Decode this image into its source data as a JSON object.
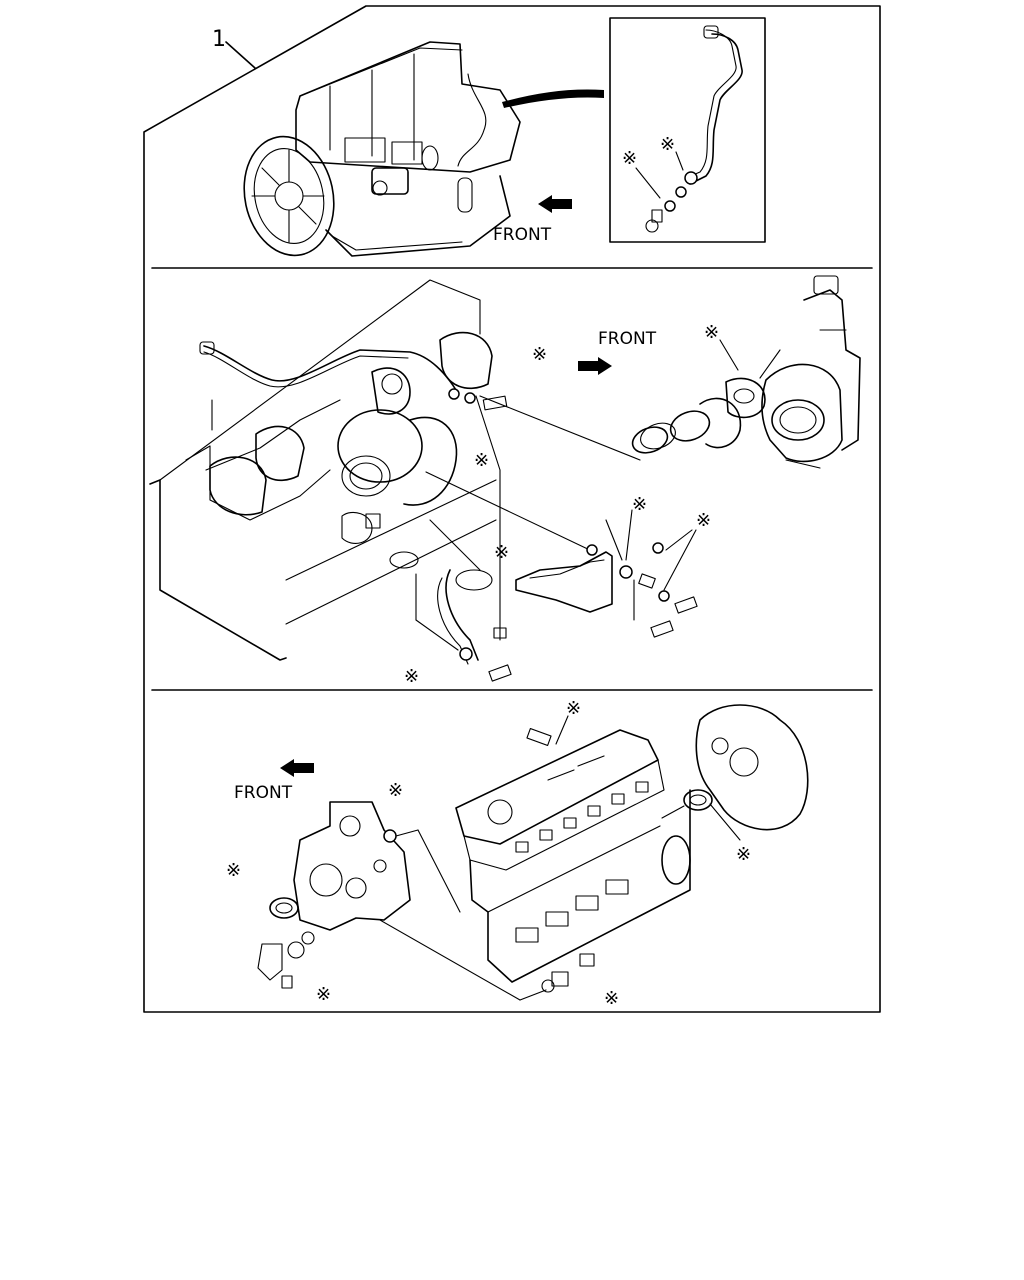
{
  "callout": {
    "number": "1"
  },
  "panels": {
    "top": {
      "direction_label": "FRONT"
    },
    "middle": {
      "direction_label": "FRONT"
    },
    "bottom": {
      "direction_label": "FRONT"
    }
  },
  "asterisk_symbol": "※",
  "colors": {
    "ink": "#000000",
    "paper": "#ffffff"
  },
  "icons": [
    "front-arrow-icon",
    "asterisk-mark-icon"
  ]
}
